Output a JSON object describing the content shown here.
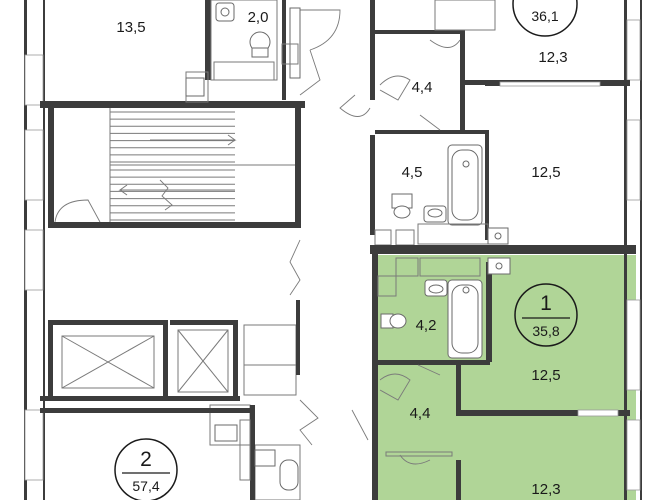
{
  "colors": {
    "highlight": "#a9d18e",
    "wall": "#3c3c3c",
    "line": "#7a7a7a"
  },
  "rooms": {
    "r1": "13,5",
    "r2": "2,0",
    "r3": "12,3",
    "r4": "4,4",
    "r5": "4,5",
    "r6": "12,5",
    "r7": "4,2",
    "r8": "12,5",
    "r9": "4,4",
    "r10": "12,3"
  },
  "apartments": {
    "a1": {
      "number": "1",
      "area": "35,8"
    },
    "a2": {
      "number": "2",
      "area": "57,4"
    },
    "a3": {
      "area": "36,1"
    }
  }
}
